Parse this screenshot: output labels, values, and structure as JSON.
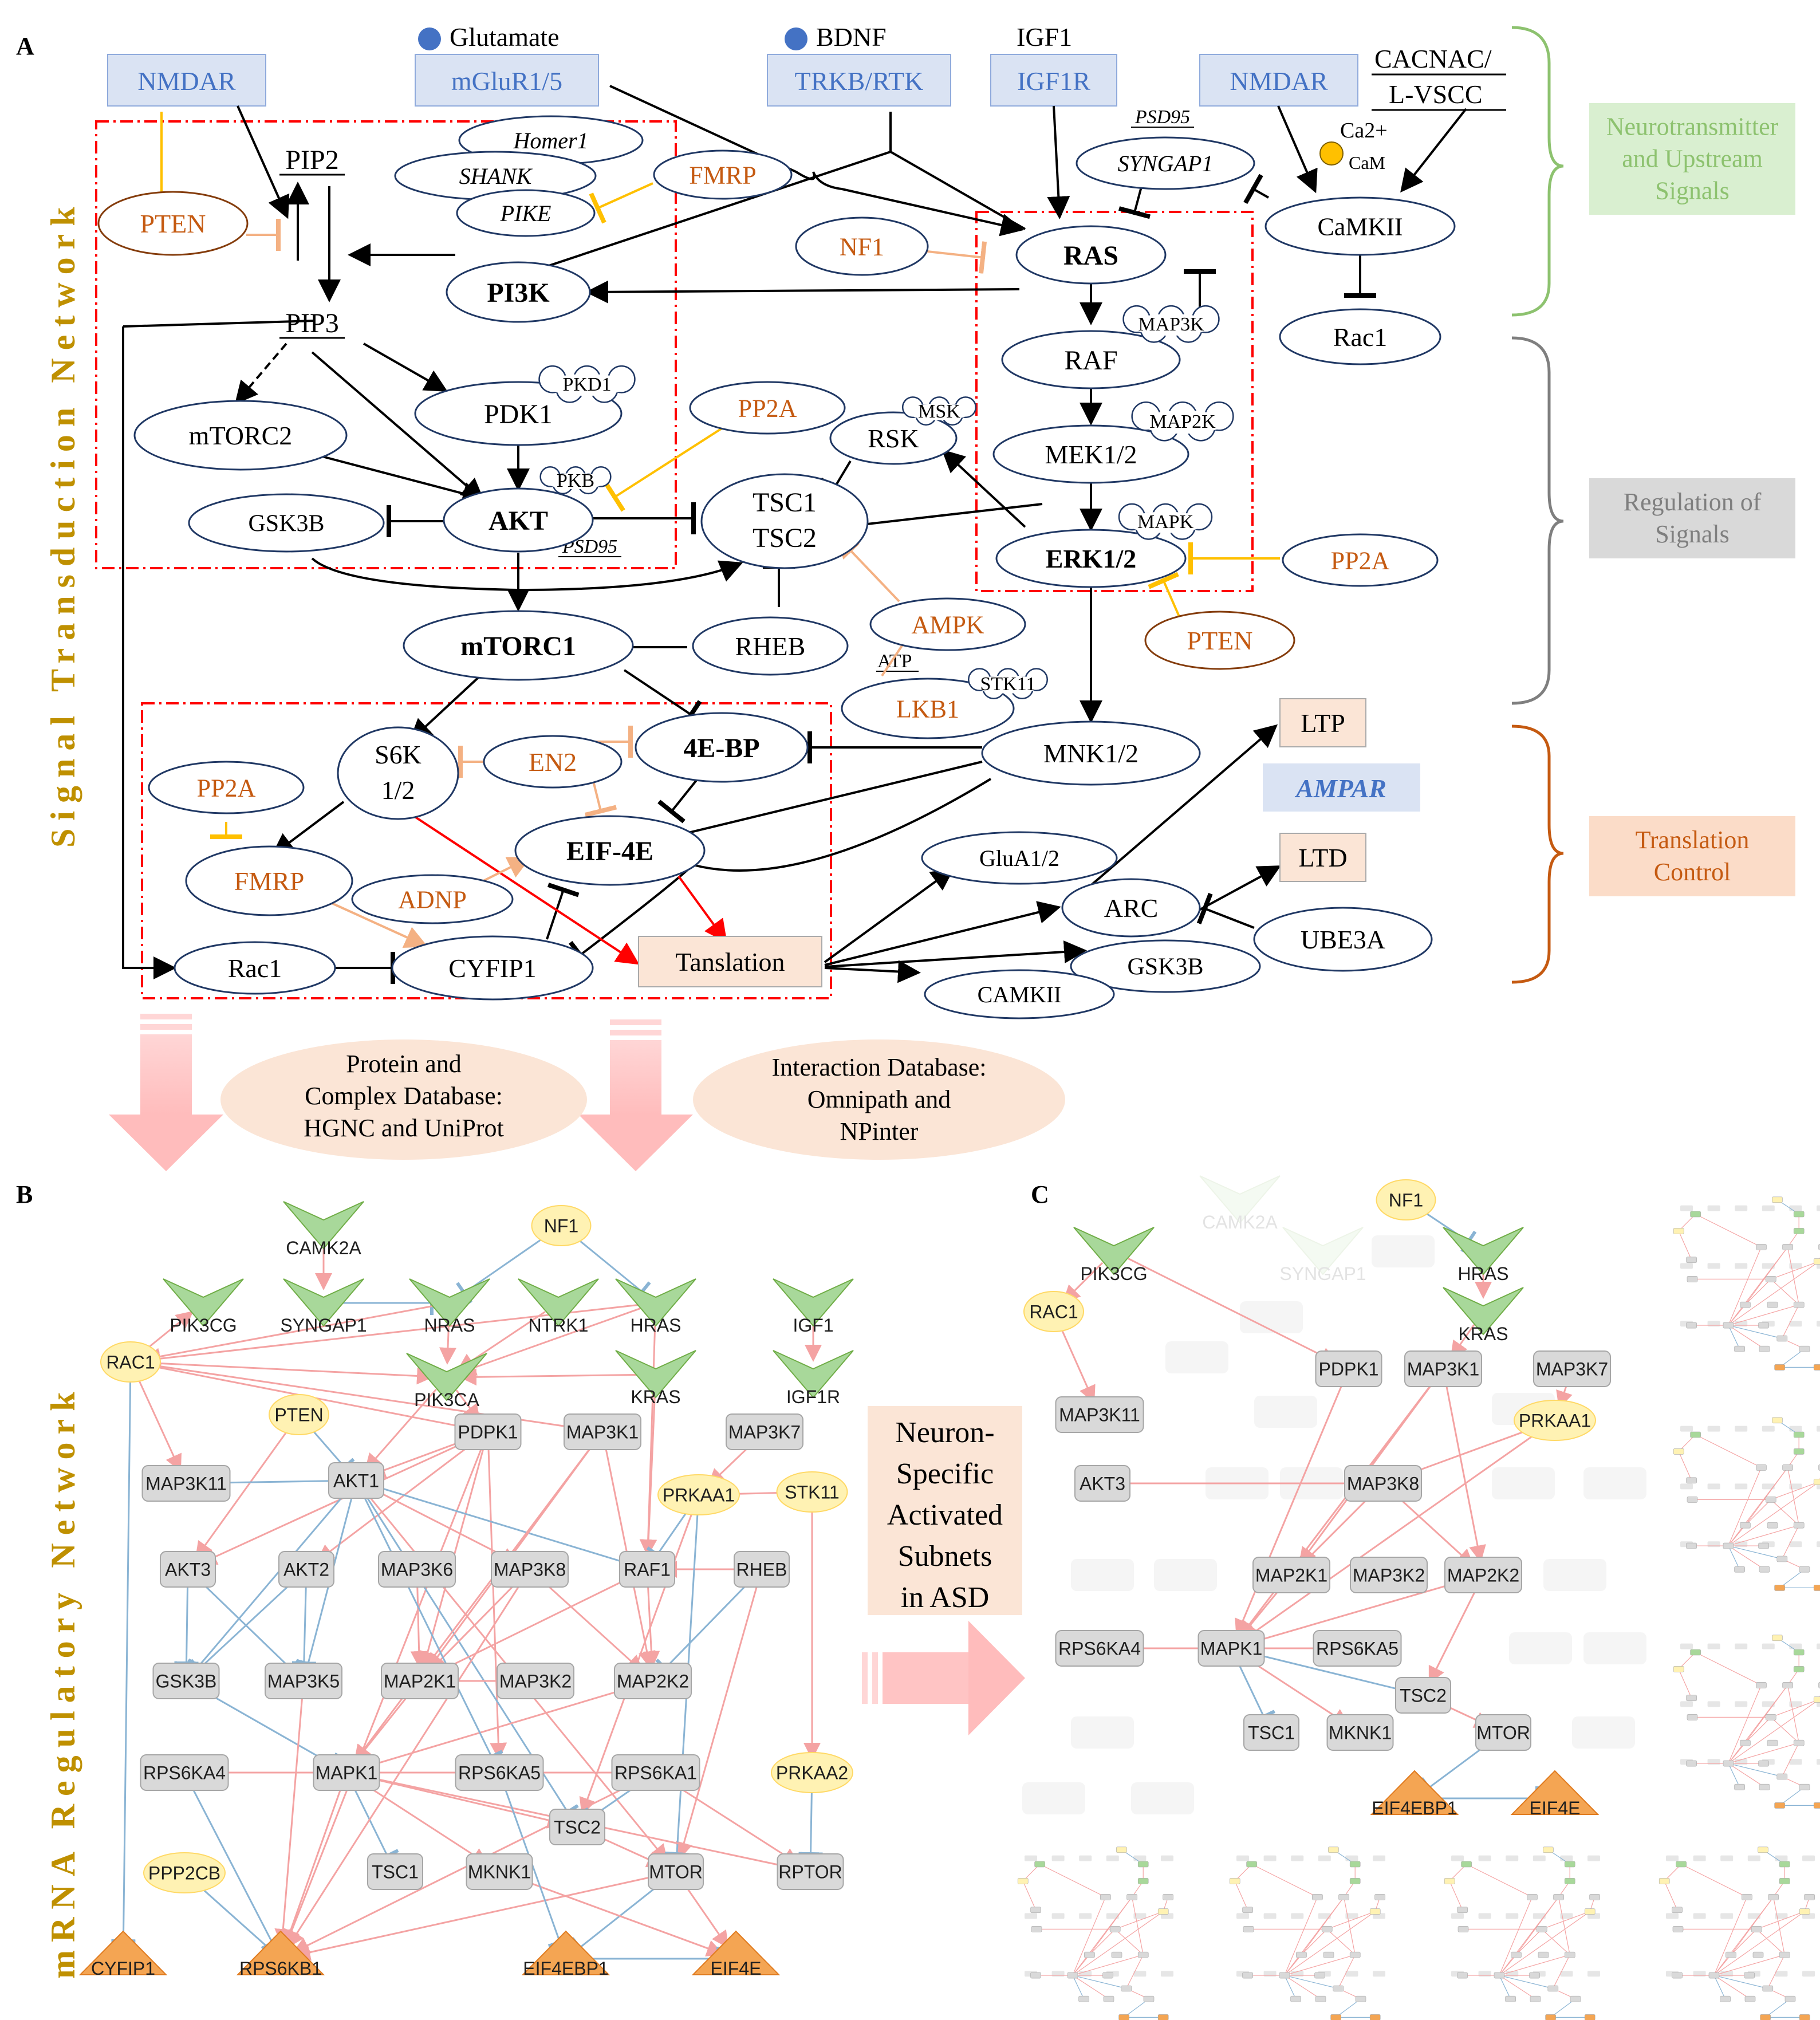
{
  "panels": {
    "a": "A",
    "b": "B",
    "c": "C"
  },
  "side_titles": {
    "signal": "Signal Transduction Network",
    "mrna": "mRNA Regulatory Network"
  },
  "categories": [
    {
      "id": "neuro",
      "lines": [
        "Neurotransmitter",
        "and Upstream",
        "Signals"
      ],
      "color": "#8dc26f",
      "fill": "#d9efd0"
    },
    {
      "id": "reg",
      "lines": [
        "Regulation of",
        "Signals"
      ],
      "color": "#7f7f7f",
      "fill": "#d9d9d9"
    },
    {
      "id": "trans",
      "lines": [
        "Translation",
        "Control"
      ],
      "color": "#c55a11",
      "fill": "#fbdcc8"
    }
  ],
  "ligands": {
    "glutamate": "Glutamate",
    "bdnf": "BDNF",
    "igf1": "IGF1",
    "cacnac": "CACNAC/",
    "lvscc": "L-VSCC",
    "ca": "Ca2+",
    "cam": "CaM",
    "atp": "ATP"
  },
  "receptors": {
    "nmdar1": "NMDAR",
    "mglur": "mGluR1/5",
    "trkb": "TRKB/RTK",
    "igf1r": "IGF1R",
    "nmdar2": "NMDAR",
    "ampar": "AMPAR"
  },
  "plain_labels": {
    "pip2": "PIP2",
    "pip3": "PIP3",
    "psd95a": "PSD95",
    "psd95b": "PSD95"
  },
  "a_nodes": {
    "homer1": "Homer1",
    "shank": "SHANK",
    "pike": "PIKE",
    "fmrp1": "FMRP",
    "syngap1": "SYNGAP1",
    "pten1": "PTEN",
    "pi3k": "PI3K",
    "nf1": "NF1",
    "ras": "RAS",
    "camkii1": "CaMKII",
    "rac1a": "Rac1",
    "raf": "RAF",
    "mtorc2": "mTORC2",
    "pdk1": "PDK1",
    "pp2a1": "PP2A",
    "rsk": "RSK",
    "mek": "MEK1/2",
    "gsk3b1": "GSK3B",
    "akt": "AKT",
    "tsc1": "TSC1",
    "tsc2": "TSC2",
    "erk": "ERK1/2",
    "pp2a2": "PP2A",
    "pten2": "PTEN",
    "mtorc1": "mTORC1",
    "rheb": "RHEB",
    "ampk": "AMPK",
    "lkb1": "LKB1",
    "s6k1": "S6K",
    "s6k2": "1/2",
    "en2": "EN2",
    "ebp": "4E-BP",
    "mnk": "MNK1/2",
    "pp2a3": "PP2A",
    "eif4e": "EIF-4E",
    "fmrp2": "FMRP",
    "adnp": "ADNP",
    "glua": "GluA1/2",
    "arc": "ARC",
    "ube3a": "UBE3A",
    "rac1b": "Rac1",
    "cyfip1": "CYFIP1",
    "translation": "Tanslation",
    "gsk3b2": "GSK3B",
    "camkii2": "CAMKII",
    "ltp": "LTP",
    "ltd": "LTD"
  },
  "clouds": {
    "pkd1": "PKD1",
    "pkb": "PKB",
    "msk": "MSK",
    "map3k": "MAP3K",
    "map2k": "MAP2K",
    "mapk": "MAPK",
    "stk11": "STK11"
  },
  "databases": {
    "protein": [
      "Protein and",
      "Complex Database:",
      "HGNC and UniProt"
    ],
    "interaction": [
      "Interaction Database:",
      "Omnipath and",
      "NPinter"
    ]
  },
  "subnets_label": [
    "Neuron-",
    "Specific",
    "Activated",
    "Subnets",
    "in ASD"
  ],
  "b_nodes": {
    "camk2a": "CAMK2A",
    "nf1": "NF1",
    "pik3cg": "PIK3CG",
    "syngap1": "SYNGAP1",
    "nras": "NRAS",
    "ntrk1": "NTRK1",
    "hras": "HRAS",
    "igf1": "IGF1",
    "rac1": "RAC1",
    "pik3ca": "PIK3CA",
    "kras": "KRAS",
    "igf1r": "IGF1R",
    "pten": "PTEN",
    "pdpk1": "PDPK1",
    "map3k1": "MAP3K1",
    "map3k7": "MAP3K7",
    "map3k11": "MAP3K11",
    "akt1": "AKT1",
    "prkaa1": "PRKAA1",
    "stk11": "STK11",
    "akt3": "AKT3",
    "akt2": "AKT2",
    "map3k6": "MAP3K6",
    "map3k8": "MAP3K8",
    "raf1": "RAF1",
    "rheb": "RHEB",
    "gsk3b": "GSK3B",
    "map3k5": "MAP3K5",
    "map2k1": "MAP2K1",
    "map3k2": "MAP3K2",
    "map2k2": "MAP2K2",
    "rps6ka4": "RPS6KA4",
    "mapk1": "MAPK1",
    "rps6ka5": "RPS6KA5",
    "rps6ka1": "RPS6KA1",
    "prkaa2": "PRKAA2",
    "tsc2": "TSC2",
    "tsc1": "TSC1",
    "mknk1": "MKNK1",
    "mtor": "MTOR",
    "rptor": "RPTOR",
    "ppp2cb": "PPP2CB",
    "cyfip1": "CYFIP1",
    "rps6kb1": "RPS6KB1",
    "eif4ebp1": "EIF4EBP1",
    "eif4e": "EIF4E"
  },
  "c_nodes": {
    "nf1": "NF1",
    "pik3cg": "PIK3CG",
    "hras": "HRAS",
    "rac1": "RAC1",
    "kras": "KRAS",
    "pdpk1": "PDPK1",
    "map3k1": "MAP3K1",
    "map3k7": "MAP3K7",
    "map3k11": "MAP3K11",
    "prkaa1": "PRKAA1",
    "akt3": "AKT3",
    "map3k8": "MAP3K8",
    "map2k1": "MAP2K1",
    "map3k2": "MAP3K2",
    "map2k2": "MAP2K2",
    "rps6ka4": "RPS6KA4",
    "mapk1": "MAPK1",
    "rps6ka5": "RPS6KA5",
    "tsc2": "TSC2",
    "tsc1": "TSC1",
    "mknk1": "MKNK1",
    "mtor": "MTOR",
    "eif4ebp1": "EIF4EBP1",
    "eif4e": "EIF4E"
  },
  "c_ghost_nodes": {
    "camk2a": "CAMK2A",
    "syngap1": "SYNGAP1"
  },
  "colors": {
    "receptor_fill": "#dae3f3",
    "receptor_text": "#4472c4",
    "orange_text": "#c55a11",
    "navy": "#203864",
    "red_box": "#ff0000",
    "edge_pink": "#f4a3a3",
    "edge_blue": "#8ab4d4",
    "green_node": "#a8d89a",
    "yellow_node": "#fff2b3",
    "gray_node": "#d9d9d9",
    "orange_node": "#f4a553"
  }
}
